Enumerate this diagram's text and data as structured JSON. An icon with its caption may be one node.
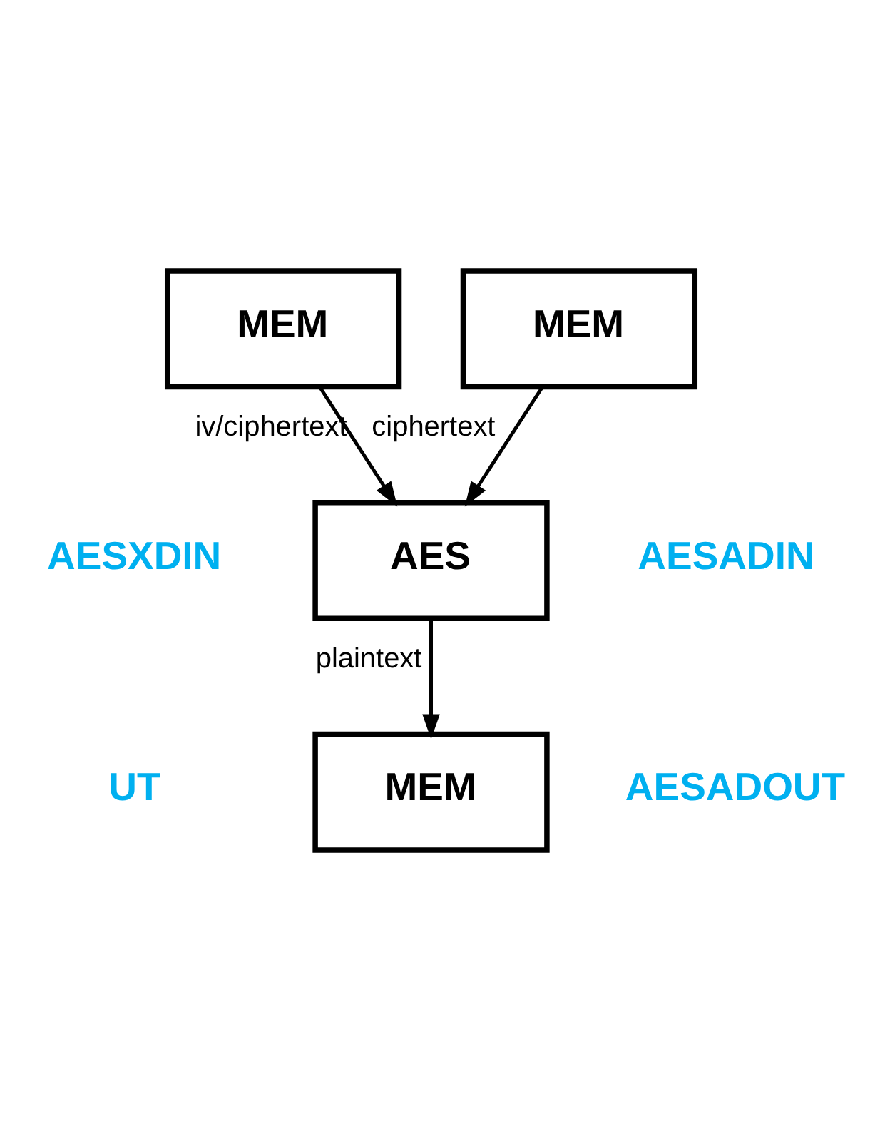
{
  "diagram": {
    "nodes": [
      {
        "text": [
          "MEM"
        ]
      },
      {
        "text": [
          "MEM"
        ]
      },
      {
        "text": [
          "AES"
        ]
      },
      {
        "text": [
          "MEM"
        ]
      }
    ],
    "edges": [
      {
        "from": 0,
        "to": 2,
        "arrow": "to",
        "label": "iv/ciphertext"
      },
      {
        "from": 1,
        "to": 2,
        "arrow": "to",
        "label": "ciphertext"
      },
      {
        "from": 2,
        "to": 3,
        "arrow": "to",
        "label": "plaintext"
      }
    ],
    "labels": [
      "AESXDIN",
      "AESADIN",
      "UT",
      "AESADOUT"
    ]
  }
}
